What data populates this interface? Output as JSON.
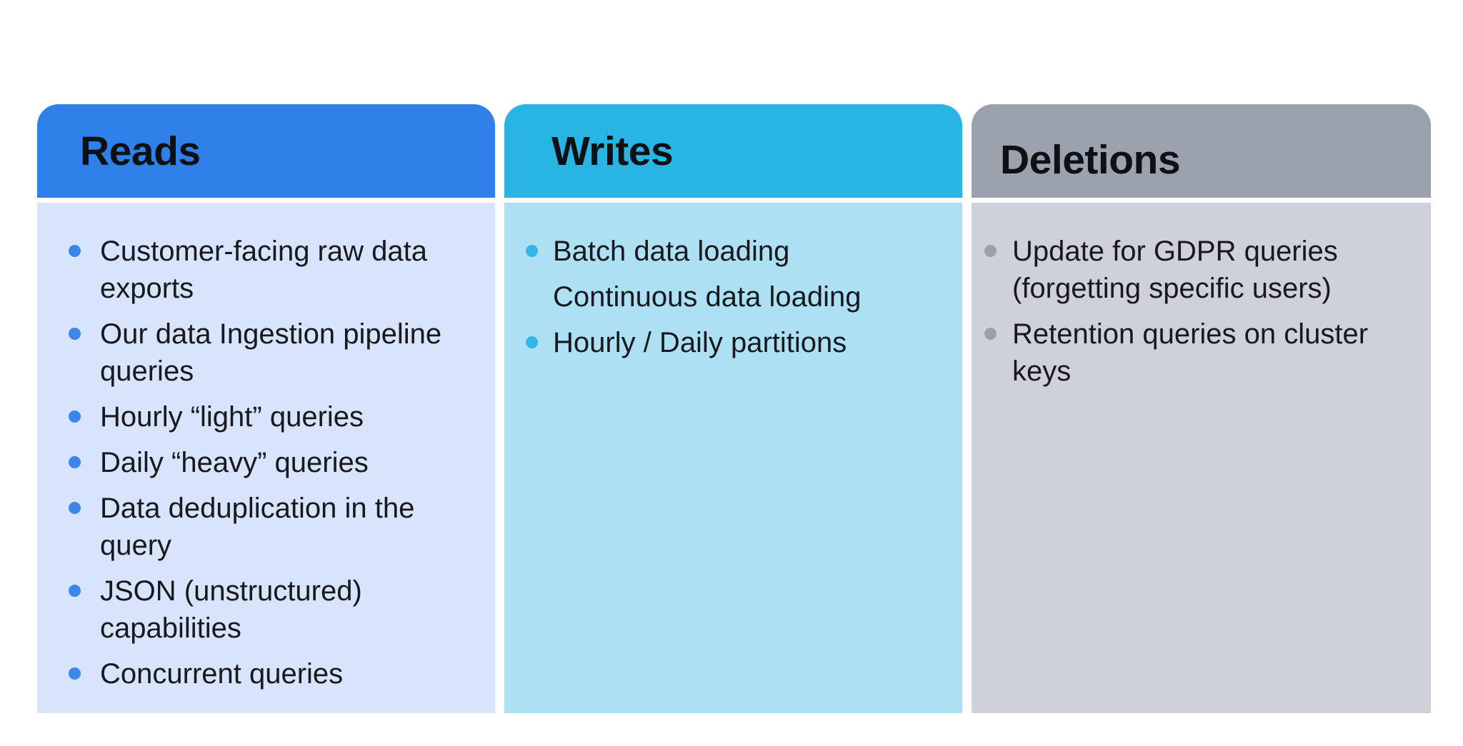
{
  "slide": {
    "background": "#ffffff",
    "body_text_color": "#17191e",
    "title_color": "#0d1014",
    "columns": [
      {
        "id": "reads",
        "title": "Reads",
        "header_color": "#2f80e8",
        "body_color": "#d7e4fb",
        "bullet_color": "#3b86ec",
        "items": [
          {
            "text": "Customer-facing raw data\nexports",
            "bullet": true
          },
          {
            "text": "Our data Ingestion pipeline\nqueries",
            "bullet": true
          },
          {
            "text": "Hourly “light” queries",
            "bullet": true
          },
          {
            "text": "Daily “heavy” queries",
            "bullet": true
          },
          {
            "text": "Data deduplication in the\nquery",
            "bullet": true
          },
          {
            "text": "JSON (unstructured)\ncapabilities",
            "bullet": true
          },
          {
            "text": "Concurrent queries",
            "bullet": true
          }
        ]
      },
      {
        "id": "writes",
        "title": "Writes",
        "header_color": "#29b5e3",
        "body_color": "#aee0f4",
        "bullet_color": "#33b6e6",
        "items": [
          {
            "text": "Batch data loading",
            "bullet": true
          },
          {
            "text": "Continuous data loading",
            "bullet": false
          },
          {
            "text": "Hourly / Daily partitions",
            "bullet": true
          }
        ]
      },
      {
        "id": "deletions",
        "title": "Deletions",
        "header_color": "#9ca1ae",
        "body_color": "#cfd1d8",
        "bullet_color": "#9ba0ac",
        "items": [
          {
            "text": "Update for GDPR queries\n(forgetting specific users)",
            "bullet": true
          },
          {
            "text": "Retention queries on cluster\nkeys",
            "bullet": true
          }
        ]
      }
    ]
  }
}
